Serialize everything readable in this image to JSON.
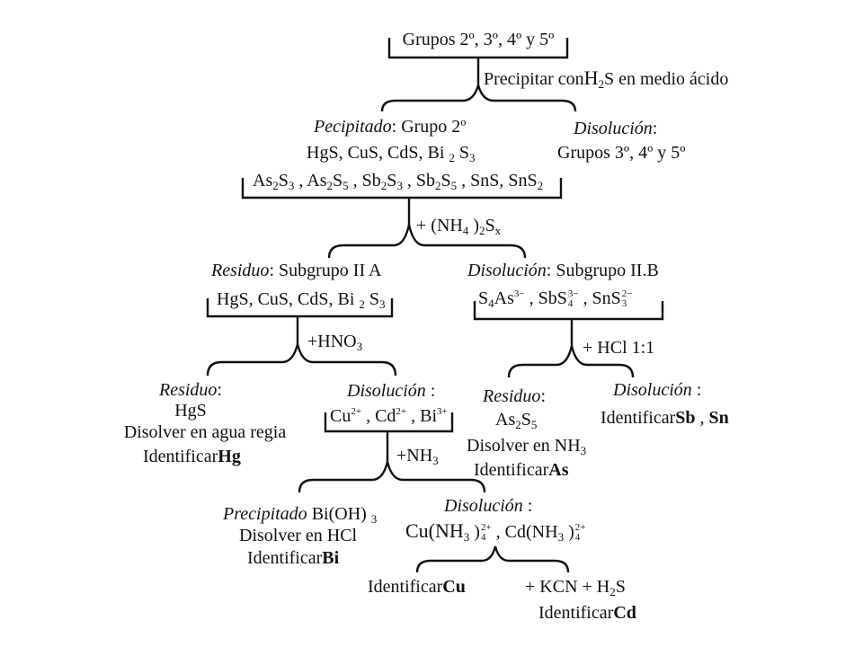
{
  "root": {
    "label": "Grupos 2º, 3º, 4º y 5º"
  },
  "step1": {
    "reagent": {
      "pre": "Precipitar con",
      "f1": "H",
      "f1sub": "2",
      "f2": "S",
      "post": " en medio ácido"
    }
  },
  "precipitate2": {
    "title_italic": "Pecipitado",
    "title_rest": ": Grupo 2º",
    "line1": {
      "a": "HgS, CuS, CdS, Bi ",
      "b": "2",
      "c": " S",
      "d": "3"
    },
    "line2": [
      "As",
      "2",
      "S",
      "3",
      " , As",
      "2",
      "S",
      "5",
      " , Sb",
      "2",
      "S",
      "3",
      " , Sb",
      "2",
      "S",
      "5",
      " , SnS, SnS",
      "2"
    ]
  },
  "solution345": {
    "title_italic": "Disolución",
    "title_rest": ":",
    "line1": "Grupos 3º, 4º y 5º"
  },
  "step2": {
    "reagent": {
      "a": "+ (NH",
      "b": "4",
      "c": " )",
      "d": "2",
      "e": "S",
      "f": "x"
    }
  },
  "subgroupA": {
    "title_italic": "Residuo",
    "title_rest": ": Subgrupo II A",
    "line1": {
      "a": "HgS, CuS, CdS, Bi ",
      "b": "2",
      "c": " S",
      "d": "3"
    }
  },
  "subgroupB": {
    "title_italic": "Disolución",
    "title_rest": ": Subgrupo II.B",
    "ion1": {
      "a": "S",
      "b": "4",
      "c": "As",
      "d": "3−"
    },
    "ion2": {
      "a": " , SbS",
      "sub": "4",
      "sup": "3−"
    },
    "ion3": {
      "a": " , SnS",
      "sub": "3",
      "sup": "2−"
    }
  },
  "step3": {
    "reagent": {
      "a": "+HNO",
      "b": "3"
    }
  },
  "hgResidue": {
    "title_italic": "Residuo",
    "title_rest": ":",
    "line1": "HgS",
    "line2": "Disolver en agua regia",
    "identify": "Identificar",
    "element": "Hg"
  },
  "cuCdBiSolution": {
    "title_italic": "Disolución",
    "title_rest": " :",
    "ions": {
      "a": "Cu",
      "b": "2+",
      "c": " , Cd",
      "d": "2+",
      "e": " , Bi",
      "f": "3+"
    }
  },
  "step4": {
    "reagent": {
      "a": "+NH",
      "b": "3"
    }
  },
  "biPrecipitate": {
    "title_italic": "Precipitado",
    "formula": {
      "a": " Bi(OH) ",
      "b": "3"
    },
    "line2": "Disolver en HCl",
    "identify": "Identificar",
    "element": "Bi"
  },
  "cuCdSolution": {
    "title_italic": "Disolución",
    "title_rest": " :",
    "c1": {
      "a": "Cu(NH",
      "b": "3",
      "c": " )",
      "sub": "4",
      "sup": "2+"
    },
    "c2": {
      "a": " , Cd(NH",
      "b": "3",
      "c": " )",
      "sub": "4",
      "sup": "2+"
    }
  },
  "cuIdentify": {
    "identify": "Identificar",
    "element": "Cu"
  },
  "cdBranch": {
    "reagent": {
      "a": "+ KCN +   H",
      "b": "2",
      "c": "S"
    },
    "identify": "Identificar",
    "element": "Cd"
  },
  "step5": {
    "reagent": {
      "a": "+ HCl 1:1"
    }
  },
  "asResidue": {
    "title_italic": "Residuo",
    "title_rest": ":",
    "formula": {
      "a": "As",
      "b": "2",
      "c": "S",
      "d": "5"
    },
    "line2": {
      "a": "Disolver en NH",
      "b": "3"
    },
    "identify": "Identificar",
    "element": "As"
  },
  "sbSnSolution": {
    "title_italic": "Disolución",
    "title_rest": " :",
    "identify": "Identificar",
    "el1": "Sb",
    "sep": " , ",
    "el2": "Sn"
  }
}
